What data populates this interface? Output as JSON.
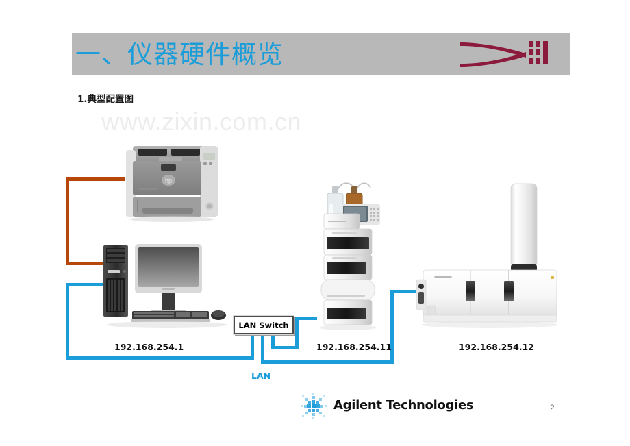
{
  "slide": {
    "header": {
      "title": "一、仪器硬件概览",
      "bar_color": "#b8b8b8",
      "title_color": "#1b9dd9",
      "logo_name": "agilent-arrow-logo",
      "logo_color": "#8c1a3c"
    },
    "subheading": "1.典型配置图",
    "watermark": "www.zixin.com.cn",
    "diagram": {
      "lan_switch_label": "LAN Switch",
      "lan_label": "LAN",
      "lan_line_color": "#1b9dd9",
      "printer_line_color": "#b74709",
      "devices": [
        {
          "name": "printer",
          "caption": ""
        },
        {
          "name": "workstation-pc",
          "caption": "192.168.254.1"
        },
        {
          "name": "hplc-stack",
          "caption": "192.168.254.11"
        },
        {
          "name": "mass-spectrometer",
          "caption": "192.168.254.12"
        }
      ]
    },
    "footer": {
      "company": "Agilent Technologies",
      "logo_name": "agilent-starburst-logo",
      "logo_color": "#1b9dd9",
      "page_number": "2"
    }
  }
}
